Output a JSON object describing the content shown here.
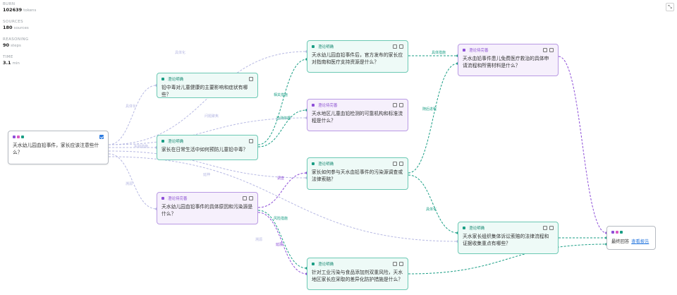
{
  "stats": [
    {
      "label": "BURN",
      "value": "102639",
      "unit": "tokens"
    },
    {
      "label": "SOURCES",
      "value": "180",
      "unit": "sources"
    },
    {
      "label": "REASONING",
      "value": "90",
      "unit": "steps"
    },
    {
      "label": "TIME",
      "value": "3.1",
      "unit": "min"
    }
  ],
  "root": {
    "text": "天水幼儿园血铅事件，家长应该注意些什么？"
  },
  "nodes": [
    {
      "id": "n1",
      "kind": "clear",
      "tag": "澄论明确",
      "text": "铅中毒对儿童健康的主要影响和症状有哪些？"
    },
    {
      "id": "n2",
      "kind": "clear",
      "tag": "澄论明确",
      "text": "家长在日常生活中如何预防儿童铅中毒？"
    },
    {
      "id": "n3",
      "kind": "research",
      "tag": "澄论待完善",
      "text": "天水幼儿园血铅事件的具体原因和污染源是什么？"
    },
    {
      "id": "n4",
      "kind": "clear",
      "tag": "澄论明确",
      "text": "天水幼儿园血铅事件后，官方发布的家长应对指南和医疗支持资源是什么？"
    },
    {
      "id": "n5",
      "kind": "research",
      "tag": "澄论待完善",
      "text": "天水地区儿童血铅检测的可靠机构和标准流程是什么？"
    },
    {
      "id": "n6",
      "kind": "clear",
      "tag": "澄论明确",
      "text": "家长如何参与天水血铅事件的污染源调查或法律索赔？"
    },
    {
      "id": "n7",
      "kind": "clear",
      "tag": "澄论明确",
      "text": "针对工业污染与食品添加剂双重风险，天水地区家长应采取的差异化防护措施是什么？"
    },
    {
      "id": "n8",
      "kind": "research",
      "tag": "澄论待完善",
      "text": "天水血铅事件患儿免费医疗救治的具体申请流程和所需材料是什么？"
    },
    {
      "id": "n9",
      "kind": "clear",
      "tag": "澄论明确",
      "text": "天水家长组织集体诉讼索赔的法律流程和证据收集重点有哪些？"
    }
  ],
  "final": {
    "label": "最终回答",
    "link": "查看报告"
  },
  "edge_labels": {
    "e_root_n4": "具体化",
    "e_root_n1": "具体化",
    "e_root_n5": "问题聚焦",
    "e_root_n2": "实践措施",
    "e_root_n6": "延伸",
    "e_root_n3": "溯源",
    "e_root_n9": "溯源",
    "e_n2_n4": "相关措施",
    "e_n2_n5": "检测依据",
    "e_n3_n6": "调查",
    "e_n3_n7": "风险措施",
    "e_n3_n7b": "延展",
    "e_n4_n8": "具体措施",
    "e_n6_n8": "随后进程",
    "e_n6_n9": "具体化"
  },
  "colors": {
    "clear": "#1a9e85",
    "research": "#8e4fd8",
    "muted": "#b7b9e3"
  }
}
